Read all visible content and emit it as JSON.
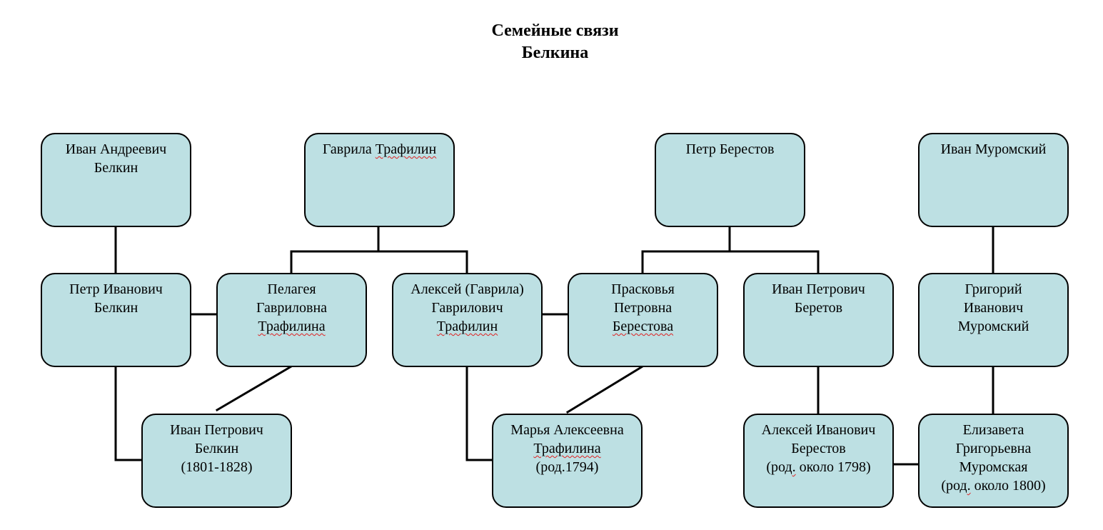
{
  "title": {
    "line1": "Семейные связи",
    "line2": "Белкина"
  },
  "nodes": [
    {
      "id": "ivan-andreevich",
      "lines": [
        "Иван Андреевич",
        "Белкин"
      ]
    },
    {
      "id": "gavrila-trafilin",
      "lines": [
        "Гаврила Трафилин"
      ]
    },
    {
      "id": "petr-berestov",
      "lines": [
        "Петр Берестов"
      ]
    },
    {
      "id": "ivan-muromsky",
      "lines": [
        "Иван Муромский"
      ]
    },
    {
      "id": "petr-ivanovich",
      "lines": [
        "Петр Иванович",
        "Белкин"
      ]
    },
    {
      "id": "pelageya",
      "lines": [
        "Пелагея",
        "Гавриловна",
        "Трафилина"
      ]
    },
    {
      "id": "aleksey-gavrila",
      "lines": [
        "Алексей (Гаврила)",
        "Гаврилович",
        "Трафилин"
      ]
    },
    {
      "id": "praskovya",
      "lines": [
        "Прасковья",
        "Петровна",
        "Берестова"
      ]
    },
    {
      "id": "ivan-petrovich-ber",
      "lines": [
        "Иван Петрович",
        "Беретов"
      ]
    },
    {
      "id": "grigory",
      "lines": [
        "Григорий",
        "Иванович",
        "Муромский"
      ]
    },
    {
      "id": "ivan-petrovich-bel",
      "lines": [
        "Иван Петрович",
        "Белкин",
        "(1801-1828)"
      ]
    },
    {
      "id": "marya",
      "lines": [
        "Марья Алексеевна",
        "Трафилина",
        "(род.1794)"
      ]
    },
    {
      "id": "aleksey-ivanovich",
      "lines": [
        "Алексей Иванович",
        "Берестов",
        "(род. около 1798)"
      ]
    },
    {
      "id": "elizaveta",
      "lines": [
        "Елизавета",
        "Григорьевна",
        "Муромская",
        "(род. около 1800)"
      ]
    }
  ],
  "colors": {
    "node_fill": "#bde0e3",
    "node_border": "#000000",
    "connector": "#000000",
    "spellcheck_underline": "#e02020"
  }
}
